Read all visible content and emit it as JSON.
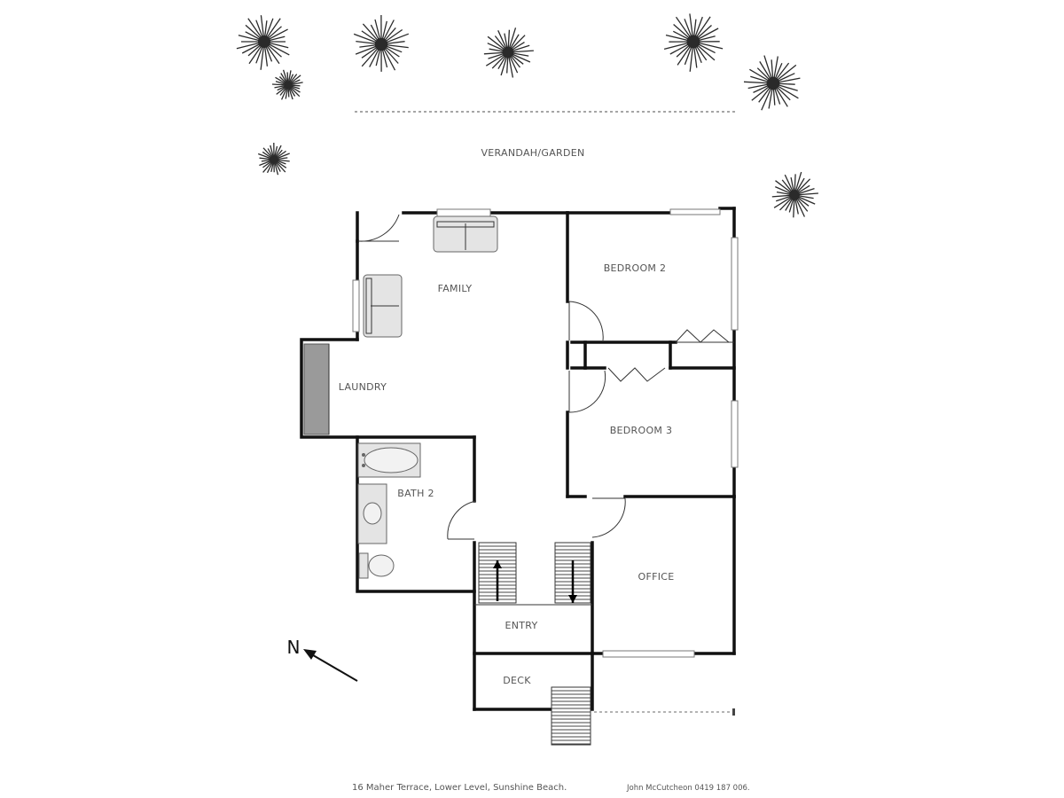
{
  "labels": {
    "verandah": "VERANDAH/GARDEN",
    "family": "FAMILY",
    "bedroom2": "BEDROOM 2",
    "bedroom3": "BEDROOM 3",
    "laundry": "LAUNDRY",
    "bath2": "BATH 2",
    "office": "OFFICE",
    "entry": "ENTRY",
    "deck": "DECK",
    "north": "N"
  },
  "caption": {
    "address": "16 Maher Terrace, Lower Level, Sunshine Beach.",
    "credit": "John McCutcheon 0419 187 006."
  },
  "colors": {
    "wall": "#111111",
    "fixture": "#e4e4e4",
    "plant": "#2a2a2a"
  },
  "icons": [
    "palm-plant-icon",
    "north-arrow-icon",
    "stair-arrow-icon"
  ]
}
